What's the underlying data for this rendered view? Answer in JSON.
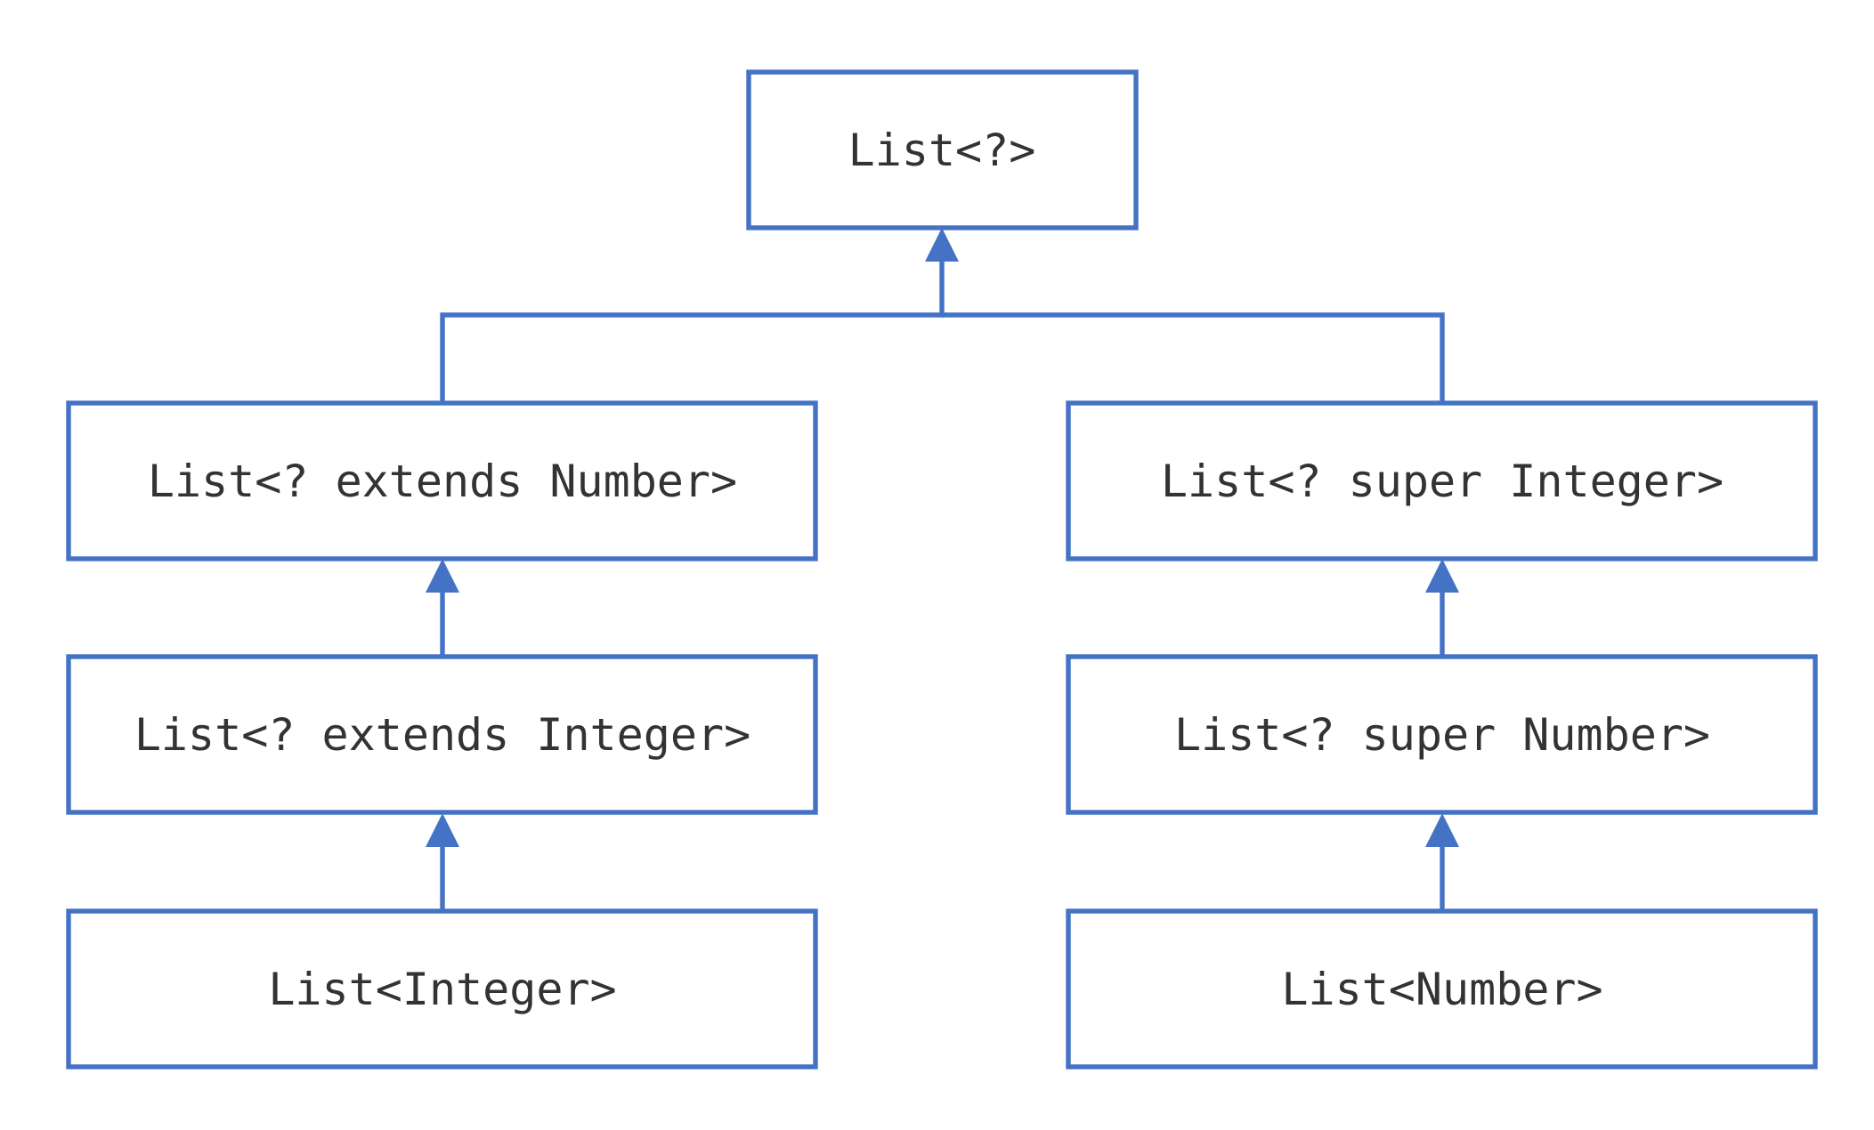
{
  "diagram": {
    "colors": {
      "stroke": "#4472c4",
      "text": "#333333",
      "background": "#ffffff"
    },
    "nodes": {
      "root": {
        "label": "List<?>"
      },
      "extends_number": {
        "label": "List<? extends Number>"
      },
      "super_integer": {
        "label": "List<? super Integer>"
      },
      "extends_integer": {
        "label": "List<? extends Integer>"
      },
      "super_number": {
        "label": "List<? super Number>"
      },
      "list_integer": {
        "label": "List<Integer>"
      },
      "list_number": {
        "label": "List<Number>"
      }
    },
    "edges": [
      {
        "from": "extends_number",
        "to": "root"
      },
      {
        "from": "super_integer",
        "to": "root"
      },
      {
        "from": "extends_integer",
        "to": "extends_number"
      },
      {
        "from": "list_integer",
        "to": "extends_integer"
      },
      {
        "from": "super_number",
        "to": "super_integer"
      },
      {
        "from": "list_number",
        "to": "super_number"
      }
    ]
  }
}
